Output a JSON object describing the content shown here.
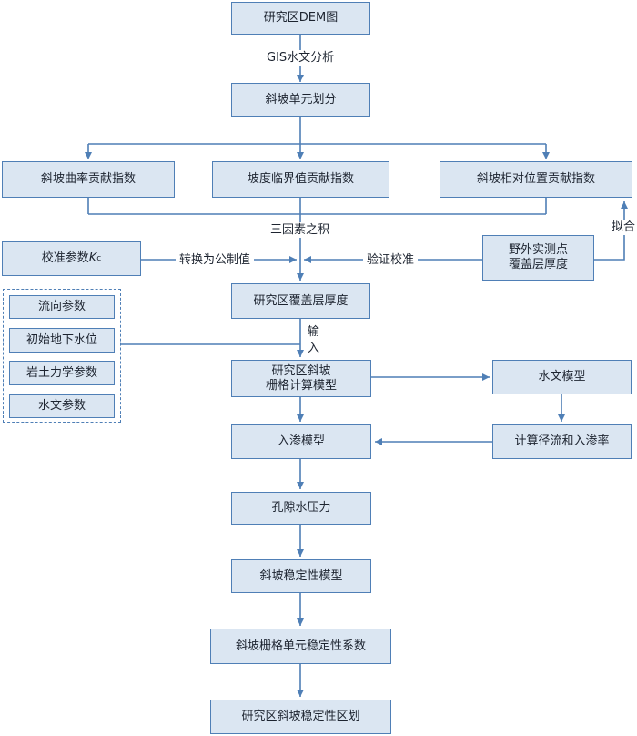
{
  "nodes": {
    "dem": "研究区DEM图",
    "units": "斜坡单元划分",
    "curvature": "斜坡曲率贡献指数",
    "gradient": "坡度临界值贡献指数",
    "position": "斜坡相对位置贡献指数",
    "calib_prefix": "校准参数",
    "calib_var": "K",
    "calib_sub": "c",
    "field": "野外实测点\n覆盖层厚度",
    "thickness": "研究区覆盖层厚度",
    "flow_dir": "流向参数",
    "init_gw": "初始地下水位",
    "rock_mech": "岩土力学参数",
    "hydro_params": "水文参数",
    "grid_model": "研究区斜坡\n栅格计算模型",
    "hydro_model": "水文模型",
    "infil_model": "入渗模型",
    "runoff": "计算径流和入渗率",
    "pore": "孔隙水压力",
    "stability_model": "斜坡稳定性模型",
    "coefficient": "斜坡栅格单元稳定性系数",
    "zoning": "研究区斜坡稳定性区划"
  },
  "edge_labels": {
    "gis": "GIS水文分析",
    "product": "三因素之积",
    "convert": "转换为公制值",
    "verify": "验证校准",
    "fit": "拟合",
    "input": "输\n入"
  },
  "colors": {
    "box_fill": "#dbe6f2",
    "box_border": "#4f7fb6",
    "line": "#4f7fb6"
  }
}
